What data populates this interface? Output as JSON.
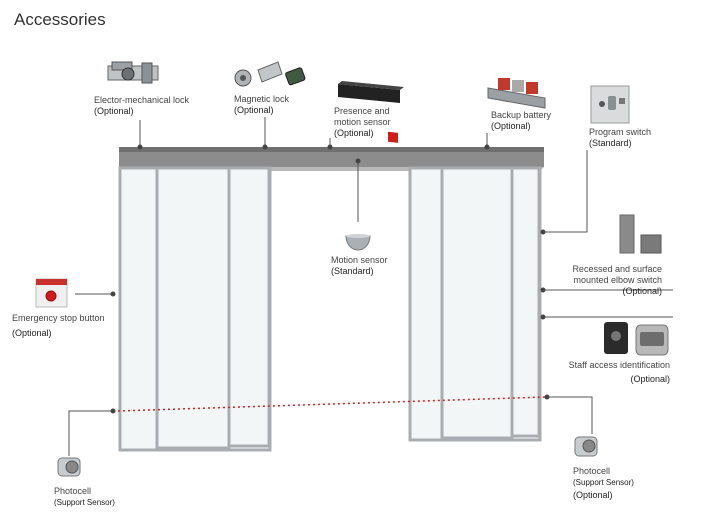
{
  "title": "Accessories",
  "labels": {
    "electromech_lock": {
      "name": "Elector-mechanical lock",
      "note": "(Optional)"
    },
    "magnetic_lock": {
      "name": "Magnetic lock",
      "note": "(Optional)"
    },
    "presence_sensor": {
      "name1": "Presence and",
      "name2": "motion sensor",
      "note": "(Optional)"
    },
    "backup_battery": {
      "name": "Backup battery",
      "note": "(Optional)"
    },
    "program_switch": {
      "name": "Program switch",
      "note": "(Standard)"
    },
    "motion_sensor": {
      "name": "Motion sensor",
      "note": "(Standard)"
    },
    "elbow_switch": {
      "name1": "Recessed and surface",
      "name2": "mounted elbow switch",
      "note": "(Optional)"
    },
    "emergency_stop": {
      "name": "Emergency stop button",
      "note": "(Optional)"
    },
    "staff_access": {
      "name": "Staff access identification",
      "note": "(Optional)"
    },
    "photocell_left": {
      "name": "Photocell",
      "note": "(Support Sensor)"
    },
    "photocell_right": {
      "name": "Photocell",
      "note1": "(Support Sensor)",
      "note2": "(Optional)"
    }
  },
  "colors": {
    "header": "#8a8a8a",
    "frame": "#a9adb0",
    "glass": "#f3f6f7",
    "leader": "#555555",
    "beam": "#cc2222",
    "battery_red": "#c0392b",
    "sensor_red": "#d21c1c",
    "sensor_body": "#222222"
  },
  "icons": [
    "electromechanical-lock-icon",
    "magnetic-lock-icon",
    "presence-sensor-icon",
    "backup-battery-icon",
    "program-switch-icon",
    "motion-sensor-icon",
    "elbow-switch-icon",
    "emergency-stop-icon",
    "staff-access-reader-icon",
    "photocell-icon"
  ]
}
